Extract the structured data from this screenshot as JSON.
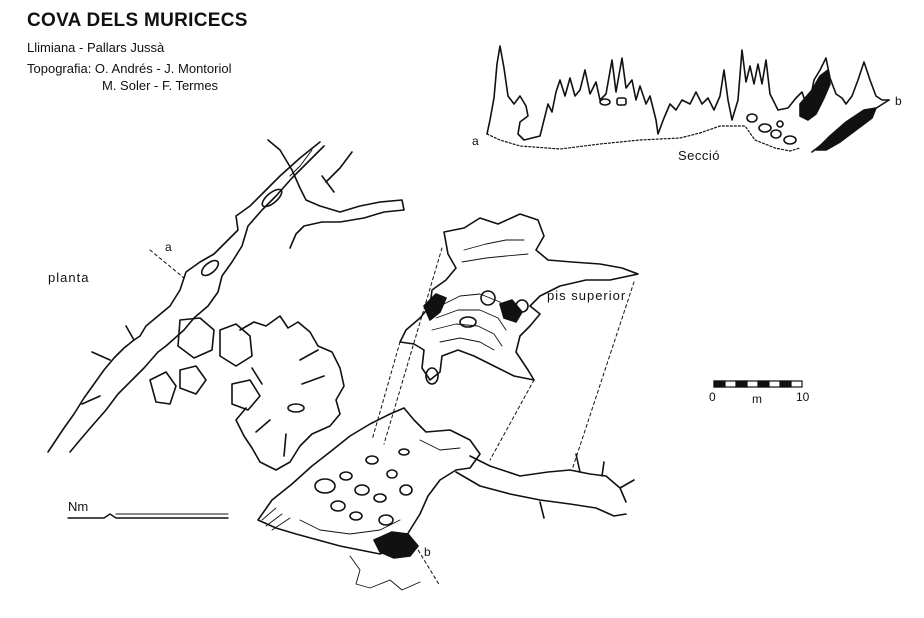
{
  "header": {
    "title": "COVA DELS MURICECS",
    "location": "Llimiana - Pallars Jussà",
    "credits_line1": "Topografia: O. Andrés - J. Montoriol",
    "credits_line2": "M. Soler - F. Termes"
  },
  "labels": {
    "plan": "planta",
    "section": "Secció",
    "upper_level": "pis superior",
    "north": "Nm",
    "point_a_plan": "a",
    "point_b_plan": "b",
    "point_a_section": "a",
    "point_b_section": "b"
  },
  "scale_bar": {
    "start": "0",
    "unit": "m",
    "end": "10",
    "segments": 8
  },
  "colors": {
    "ink": "#111111",
    "background": "#ffffff"
  }
}
